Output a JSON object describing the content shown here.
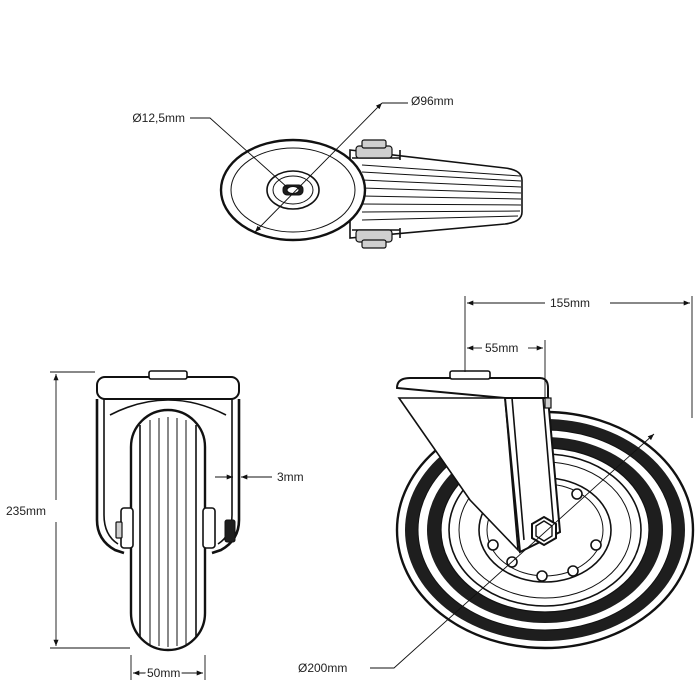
{
  "dimensions": {
    "axle_hole": "Ø12,5mm",
    "hub": "Ø96mm",
    "width_total": "155mm",
    "offset": "55mm",
    "height": "235mm",
    "bracket_thickness": "3mm",
    "wheel_width": "50mm",
    "wheel_diameter": "Ø200mm"
  }
}
